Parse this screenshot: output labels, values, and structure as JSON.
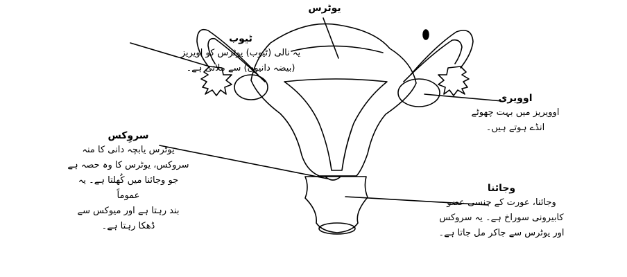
{
  "labels": {
    "uterus": {
      "title": "یوٹرس"
    },
    "tube": {
      "title": "ٹیوب",
      "text": "یہ نالی (ٹیوب) یوٹرس کو اویریز\n(بیضہ دانیوں) سے ملاتی ہے۔"
    },
    "ovary": {
      "title": "اوویری",
      "text": "اوویریز میں بہت چھوٹے\nانڈے ہوتے ہیں۔"
    },
    "cervix": {
      "title": "سروِکس",
      "text": "یوٹرس یابچہ دانی کا منہ\nسروکس، یوٹرس کا وہ حصہ ہے\nجو وجائنا میں کُھلتا ہے۔ یہ عموماً\nبند رہتا ہے اور میوکس سے\nڈھکا رہتا ہے۔"
    },
    "vagina": {
      "title": "وجائنا",
      "text": "وجائنا، عورت کے جنسی عضو\nکابیرونی سوراخ ہے۔ یہ سروکس\nاور یوٹرس سے جاکر مل جاتا ہے۔"
    }
  },
  "colors": {
    "ink": "#000000",
    "background": "#ffffff"
  }
}
